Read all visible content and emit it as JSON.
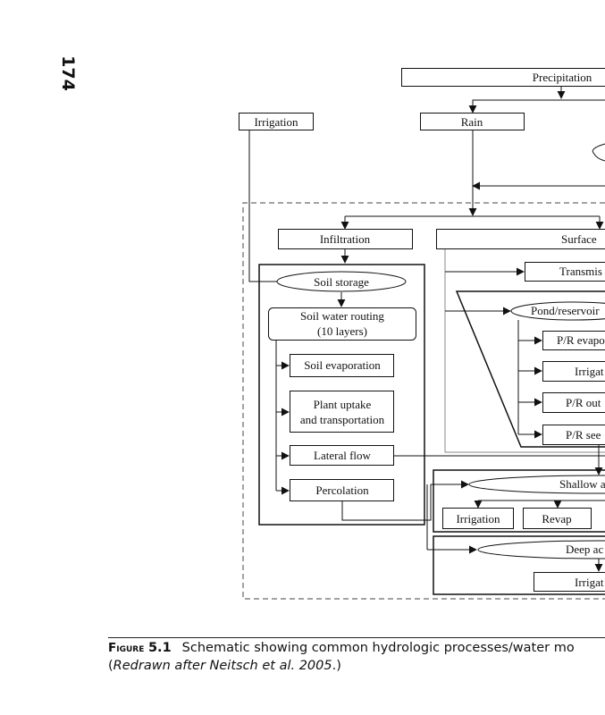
{
  "page": {
    "number": "174"
  },
  "caption": {
    "label": "Figure",
    "number": "5.1",
    "text": "Schematic showing common hydrologic processes/water mo",
    "credit_open": "(",
    "credit": "Redrawn after Neitsch et al. 2005",
    "credit_close": ".)"
  },
  "diagram": {
    "nodes": {
      "precipitation": "Precipitation",
      "irrigation_source": "Irrigation",
      "rain": "Rain",
      "infiltration": "Infiltration",
      "surface": "Surface",
      "soil_storage": "Soil storage",
      "soil_water_routing_l1": "Soil water routing",
      "soil_water_routing_l2": "(10 layers)",
      "soil_evaporation": "Soil evaporation",
      "plant_uptake_l1": "Plant uptake",
      "plant_uptake_l2": "and transportation",
      "lateral_flow": "Lateral flow",
      "percolation": "Percolation",
      "transmission": "Transmis",
      "pond_reservoir": "Pond/reservoir",
      "pr_evaporation": "P/R evapo",
      "pr_irrigation": "Irrigat",
      "pr_outflow": "P/R out",
      "pr_seepage": "P/R see",
      "shallow_aquifer": "Shallow a",
      "shallow_irrigation": "Irrigation",
      "revap": "Revap",
      "deep_aquifer": "Deep ac",
      "deep_irrigation": "Irrigat"
    }
  }
}
